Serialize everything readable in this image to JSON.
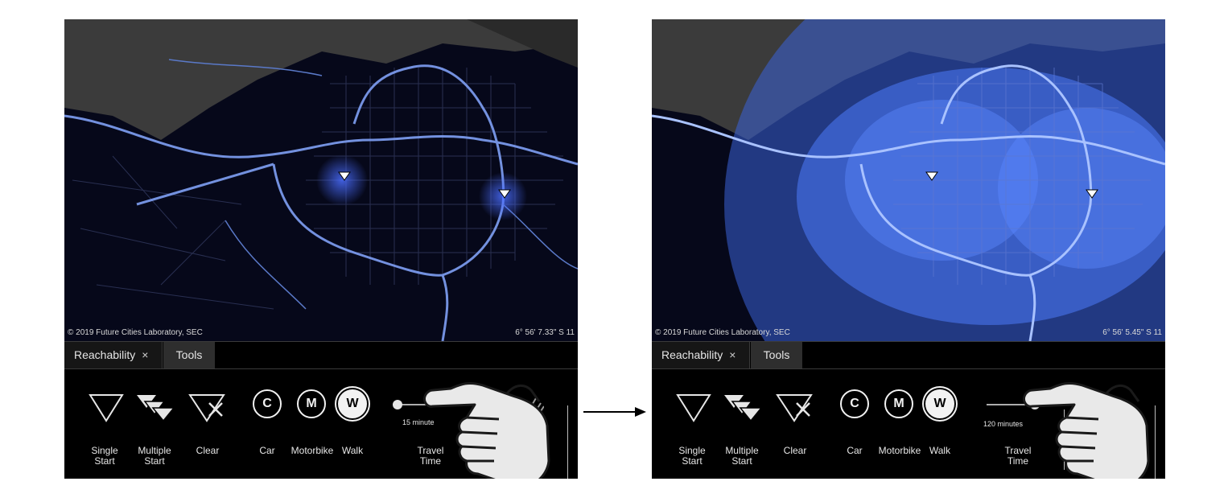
{
  "panels": [
    {
      "attribution": "© 2019 Future Cities Laboratory, SEC",
      "coordinate": "6° 56' 7.33\" S   11",
      "tabs": {
        "active_label": "Reachability",
        "close_glyph": "×",
        "tools_label": "Tools"
      },
      "tools": {
        "single_start": [
          "Single",
          "Start"
        ],
        "multiple_start": [
          "Multiple",
          "Start"
        ],
        "clear": "Clear",
        "car": {
          "letter": "C",
          "label": "Car"
        },
        "motorbike": {
          "letter": "M",
          "label": "Motorbike"
        },
        "walk": {
          "letter": "W",
          "label": "Walk"
        },
        "travel_time": [
          "Travel",
          "Time"
        ],
        "minutes_label": "15 minute",
        "slider_value_fraction": 0.0
      },
      "selected_mode": "walk",
      "icons": [
        "single-start-icon",
        "multiple-start-icon",
        "clear-icon",
        "hand-pointer-icon"
      ]
    },
    {
      "attribution": "© 2019 Future Cities Laboratory, SEC",
      "coordinate": "6° 56' 5.45\" S   11",
      "tabs": {
        "active_label": "Reachability",
        "close_glyph": "×",
        "tools_label": "Tools"
      },
      "tools": {
        "single_start": [
          "Single",
          "Start"
        ],
        "multiple_start": [
          "Multiple",
          "Start"
        ],
        "clear": "Clear",
        "car": {
          "letter": "C",
          "label": "Car"
        },
        "motorbike": {
          "letter": "M",
          "label": "Motorbike"
        },
        "walk": {
          "letter": "W",
          "label": "Walk"
        },
        "travel_time": [
          "Travel",
          "Time"
        ],
        "minutes_label": "120 minutes",
        "slider_value_fraction": 1.0
      },
      "selected_mode": "walk",
      "icons": [
        "single-start-icon",
        "multiple-start-icon",
        "clear-icon",
        "hand-pointer-icon"
      ]
    }
  ],
  "colors": {
    "map_background": "#06081a",
    "road": "#6f8fe0",
    "highway": "#8fb1ff",
    "reach_overlay": "#3d6cff",
    "land_gray": "#3b3b3b"
  },
  "transition_arrow": "right-arrow-icon"
}
